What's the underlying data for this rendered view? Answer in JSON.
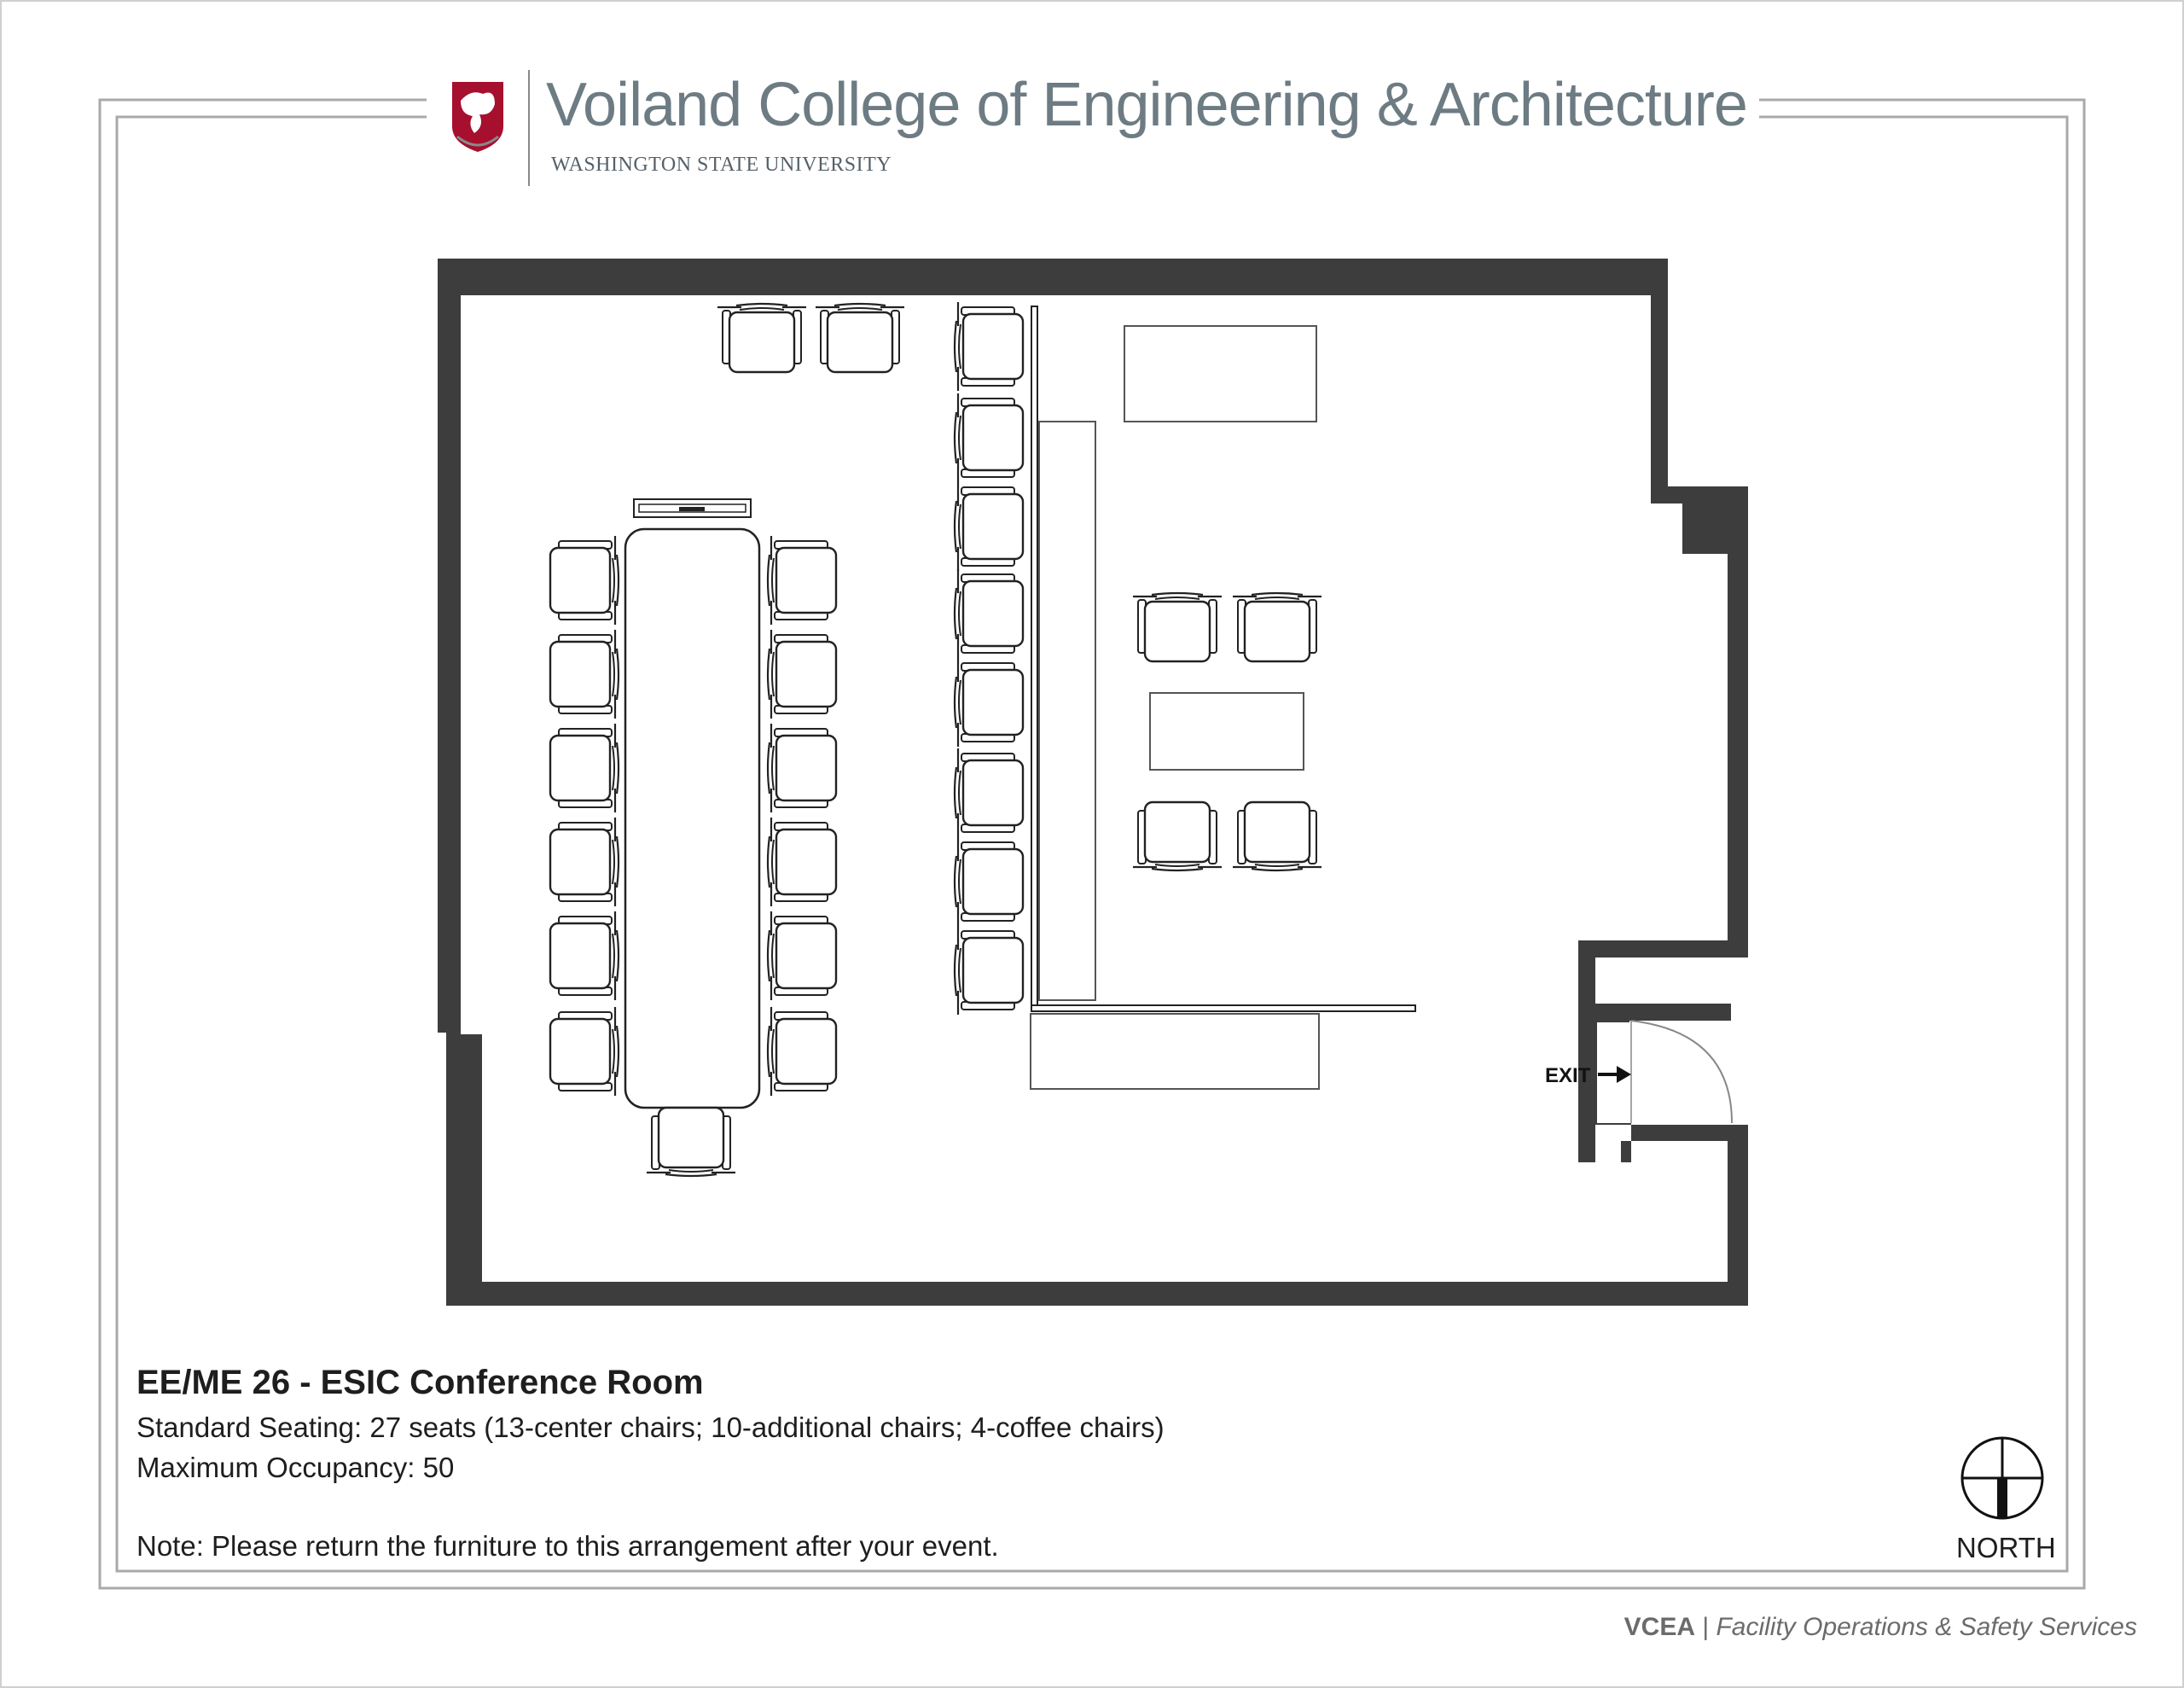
{
  "header": {
    "college_name": "Voiland College of Engineering & Architecture",
    "university_name": "WASHINGTON STATE UNIVERSITY"
  },
  "floorplan": {
    "exit_label": "EXIT",
    "compass_label": "NORTH"
  },
  "room": {
    "title": "EE/ME 26 - ESIC Conference Room",
    "seating_label": "Standard Seating:",
    "seating_value": " 27 seats (13-center chairs; 10-additional chairs; 4-coffee chairs)",
    "occupancy_label": "Maximum Occupancy:",
    "occupancy_value": " 50",
    "note_label": "Note:",
    "note_value": " Please return the furniture to this arrangement after your event."
  },
  "footer": {
    "org": "VCEA",
    "separator": " | ",
    "department": "Facility Operations & Safety Services"
  },
  "colors": {
    "wall": "#3d3d3d",
    "frame": "#a9a9a9",
    "title_gray": "#6d7b83",
    "brand_red": "#a60f2d"
  }
}
